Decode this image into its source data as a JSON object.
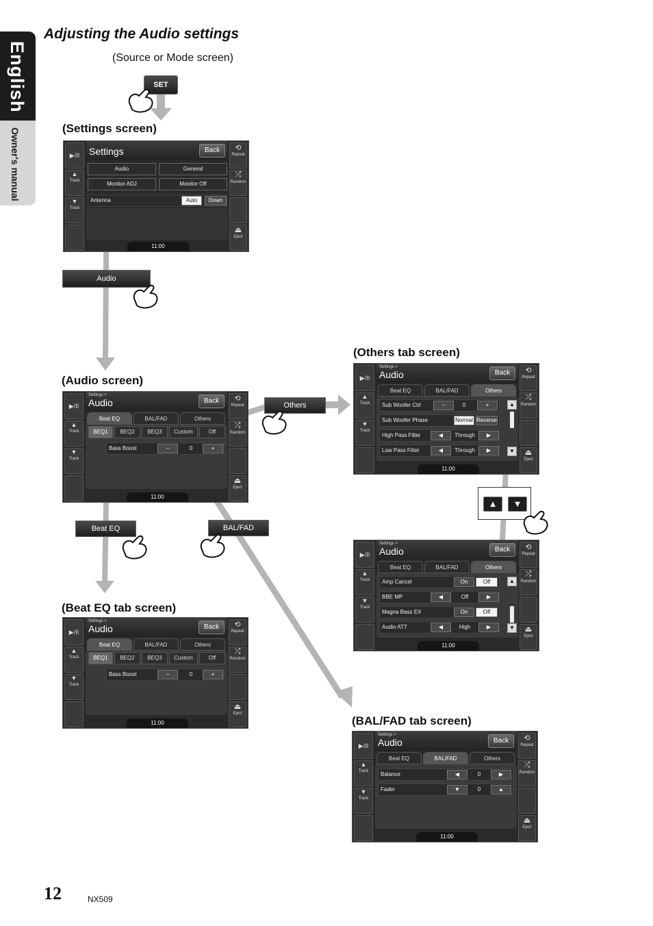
{
  "side_tab": {
    "language": "English",
    "manual": "Owner's manual"
  },
  "title": "Adjusting the Audio settings",
  "source_note": "(Source or Mode screen)",
  "set_button": "SET",
  "captions": {
    "settings": "(Settings screen)",
    "audio": "(Audio screen)",
    "beat_eq": "(Beat EQ tab screen)",
    "others": "(Others tab screen)",
    "balfad": "(BAL/FAD tab screen)"
  },
  "callouts": {
    "audio": "Audio",
    "others": "Others",
    "beat_eq": "Beat EQ",
    "balfad": "BAL/FAD"
  },
  "updown": {
    "up": "▲",
    "down": "▼"
  },
  "device": {
    "play": "▶/II",
    "track": "Track",
    "up": "▲",
    "down": "▼",
    "repeat": "Repeat",
    "random": "Random",
    "eject": "Eject",
    "repeat_icon": "⟲",
    "random_icon": "⤮",
    "eject_icon": "⏏",
    "time": "11:00",
    "back": "Back",
    "crumb": "Settings >",
    "audio_title": "Audio"
  },
  "settings_screen": {
    "title": "Settings",
    "buttons": [
      "Audio",
      "General",
      "Monitor ADJ",
      "Monitor Off"
    ],
    "antenna": {
      "label": "Antenna",
      "auto": "Auto",
      "down": "Down"
    }
  },
  "tabs": [
    "Beat EQ",
    "BAL/FAD",
    "Others"
  ],
  "beq_tabs": [
    "BEQ1",
    "BEQ2",
    "BEQ3",
    "Custom",
    "Off"
  ],
  "bass_boost": {
    "label": "Bass Boost",
    "minus": "−",
    "value": "0",
    "plus": "+"
  },
  "others_page1": [
    {
      "label": "Sub Woofer Ctrl",
      "left": "−",
      "value": "0",
      "right": "+"
    },
    {
      "label": "Sub Woofer Phase",
      "left": "Normal",
      "right": "Reverse"
    },
    {
      "label": "High Pass Filter",
      "left": "◀",
      "value": "Through",
      "right": "▶"
    },
    {
      "label": "Low Pass Filter",
      "left": "◀",
      "value": "Through",
      "right": "▶"
    }
  ],
  "others_page2": [
    {
      "label": "Amp Cancel",
      "left": "On",
      "right": "Off"
    },
    {
      "label": "BBE MP",
      "left": "◀",
      "value": "Off",
      "right": "▶"
    },
    {
      "label": "Magna Bass EX",
      "left": "On",
      "right": "Off"
    },
    {
      "label": "Audio ATT",
      "left": "◀",
      "value": "High",
      "right": "▶"
    }
  ],
  "balfad_rows": [
    {
      "label": "Balance",
      "left": "◀",
      "value": "0",
      "right": "▶"
    },
    {
      "label": "Fader",
      "left": "▼",
      "value": "0",
      "right": "▲"
    }
  ],
  "footer": {
    "page": "12",
    "model": "NX509"
  }
}
